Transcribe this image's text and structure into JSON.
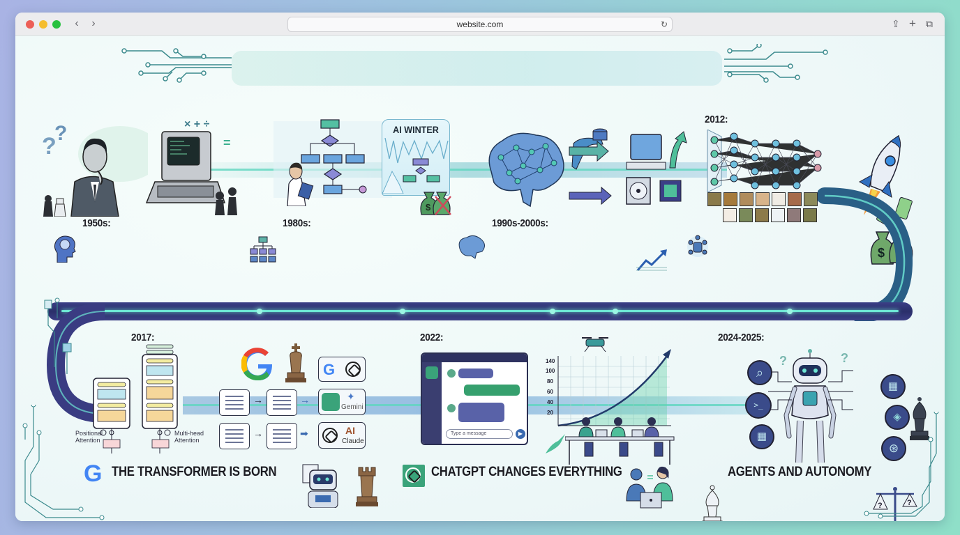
{
  "browser": {
    "url": "website.com",
    "nav": {
      "back": "‹",
      "forward": "›"
    },
    "icons": {
      "reload": "↻",
      "share": "⇪",
      "new_tab": "+",
      "tabs": "⧉"
    }
  },
  "title_banner": {
    "text": ""
  },
  "eras": [
    {
      "id": "1950s",
      "label": "1950s:",
      "headline": "",
      "items": [
        "thinking-man",
        "retro-computer",
        "chess-pieces",
        "math-symbols",
        "brain-head-icon"
      ]
    },
    {
      "id": "1980s",
      "label": "1980s:",
      "headline": "",
      "badge": "AI WINTER",
      "items": [
        "doctor-with-clipboard",
        "expert-system-flowchart",
        "money-bags-crossed",
        "org-chart-icon"
      ]
    },
    {
      "id": "1990s-2000s",
      "label": "1990s-2000s:",
      "headline": "",
      "items": [
        "neural-brain",
        "database",
        "computer",
        "cd-drive",
        "chip",
        "trend-arrow",
        "brain-small-icon"
      ]
    },
    {
      "id": "2012",
      "label": "2012:",
      "headline": "",
      "items": [
        "neural-network",
        "image-grid",
        "rocket",
        "money-bags"
      ]
    },
    {
      "id": "2017",
      "label": "2017:",
      "headline": "THE TRANSFORMER IS BORN",
      "diagram_labels": [
        "Positional Attention",
        "Multi-head Attention"
      ],
      "logos": [
        "Google",
        "OpenAI",
        "Gemini",
        "Claude"
      ]
    },
    {
      "id": "2022",
      "label": "2022:",
      "headline": "CHATGPT CHANGES EVERYTHING",
      "chat_input_placeholder": "Type a message",
      "chart_ticks": [
        "140",
        "100",
        "80",
        "60",
        "40",
        "20"
      ]
    },
    {
      "id": "2024-2025",
      "label": "2024-2025:",
      "headline": "AGENTS AND AUTONOMY",
      "tool_icons": [
        "search",
        "terminal",
        "calendar",
        "calendar-2",
        "map",
        "steering-wheel"
      ]
    }
  ],
  "logos": {
    "gemini": "Gemini",
    "claude": "Claude",
    "anthropic_mark": "AI"
  },
  "colors": {
    "accent_teal": "#5fd6bf",
    "road_navy": "#2a2f6a",
    "headline_text": "#1c1c22",
    "openai_green": "#3aa37a"
  }
}
